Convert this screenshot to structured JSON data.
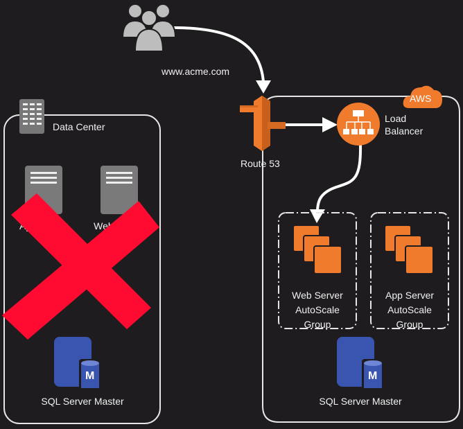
{
  "users": {
    "icon": "users-group-icon"
  },
  "url_label": "www.acme.com",
  "data_center": {
    "title": "Data Center",
    "icon": "building-icon",
    "servers": [
      {
        "label": "App Server",
        "icon": "server-icon"
      },
      {
        "label": "Web Server",
        "icon": "server-icon"
      }
    ],
    "database": {
      "label": "SQL Server Master",
      "badge": "M",
      "icon": "database-master-icon"
    },
    "status_overlay": {
      "icon": "red-x-icon",
      "meaning": "decommissioned"
    }
  },
  "aws": {
    "badge": "AWS",
    "route53": {
      "label": "Route 53",
      "icon": "route53-icon"
    },
    "load_balancer": {
      "label_line1": "Load",
      "label_line2": "Balancer",
      "icon": "load-balancer-icon"
    },
    "groups": [
      {
        "line1": "Web Server",
        "line2": "AutoScale",
        "line3": "Group",
        "icon": "ec2-instances-icon"
      },
      {
        "line1": "App Server",
        "line2": "AutoScale",
        "line3": "Group",
        "icon": "ec2-instances-icon"
      }
    ],
    "database": {
      "label": "SQL Server Master",
      "badge": "M",
      "icon": "database-master-icon"
    }
  },
  "colors": {
    "background": "#1e1c1f",
    "aws_orange": "#f07b2c",
    "db_blue": "#3a55b0",
    "cross_red": "#ff0a30",
    "server_gray": "#7a7a7a"
  }
}
